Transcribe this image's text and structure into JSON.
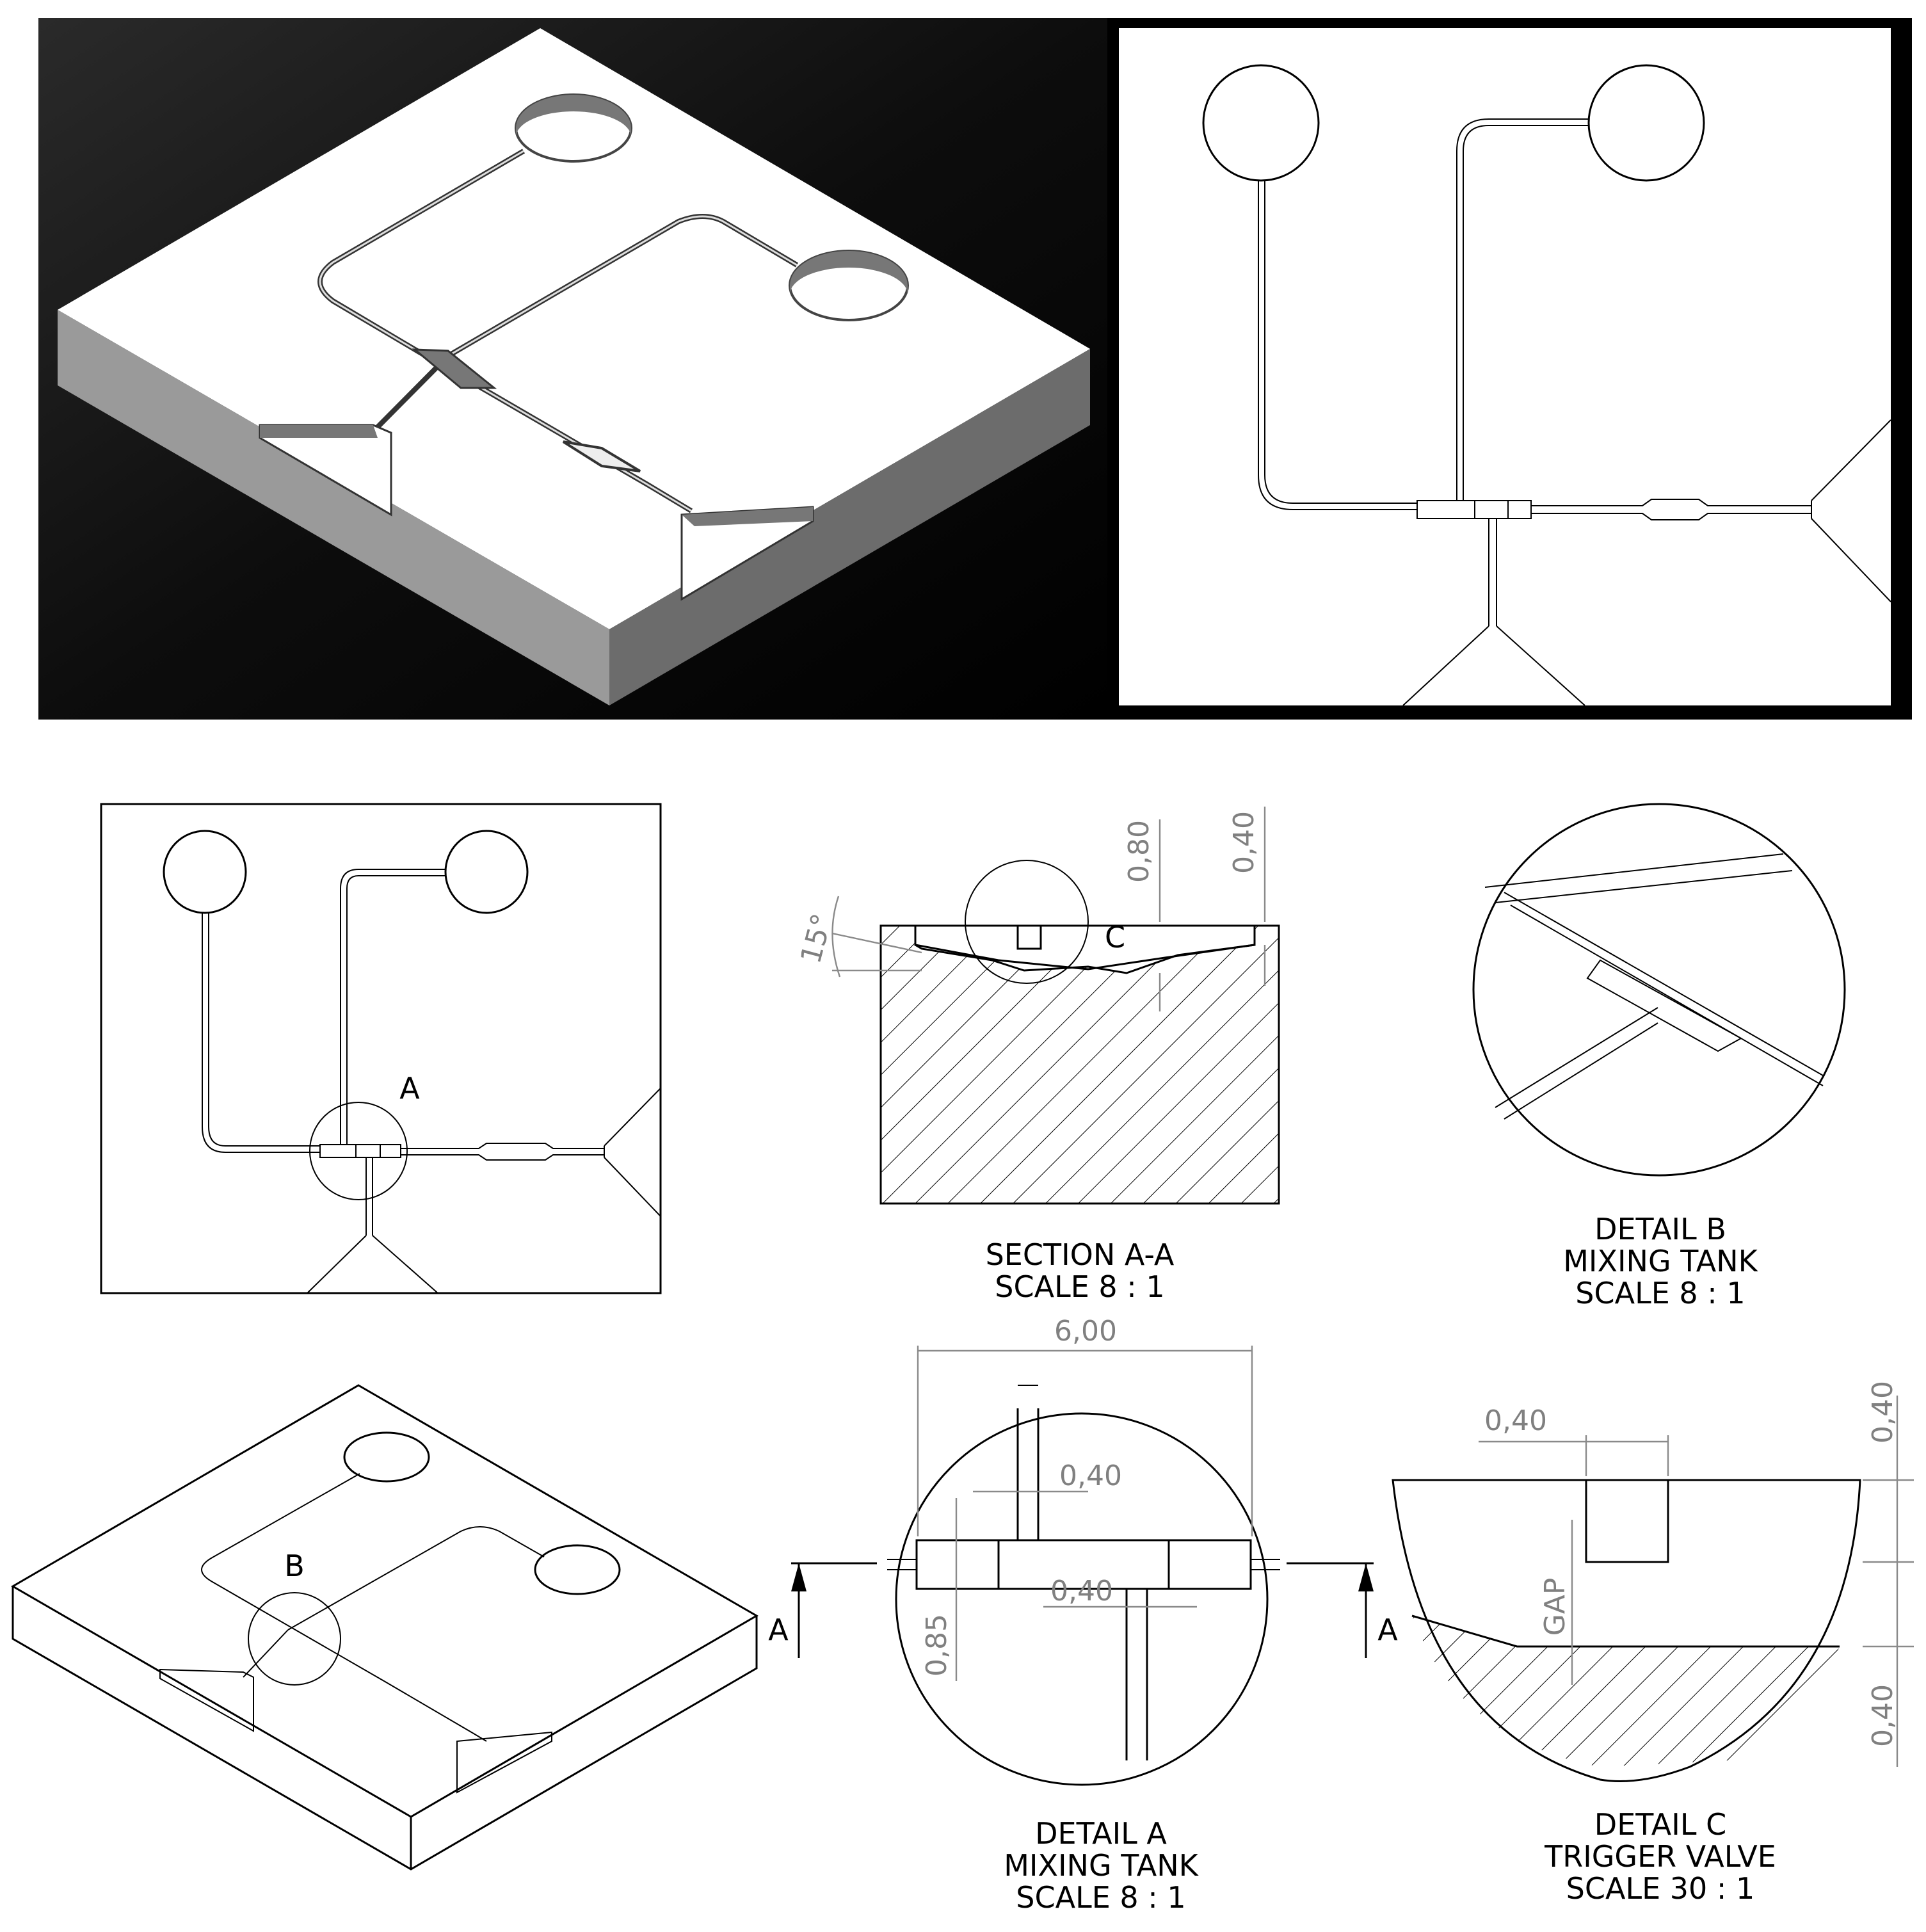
{
  "section_aa": {
    "title": "SECTION A-A",
    "scale": "SCALE 8 : 1",
    "angle": "15°",
    "dim_depth": "0,80",
    "dim_channel": "0,40",
    "detail_marker": "C"
  },
  "detail_b": {
    "title": "DETAIL B",
    "subtitle": "MIXING TANK",
    "scale": "SCALE 8 : 1"
  },
  "detail_a": {
    "title": "DETAIL A",
    "subtitle": "MIXING TANK",
    "scale": "SCALE 8 : 1",
    "dim_width": "6,00",
    "dim_channel": "0,40",
    "dim_outlet": "0,40",
    "dim_height": "0,85"
  },
  "detail_c": {
    "title": "DETAIL C",
    "subtitle": "TRIGGER VALVE",
    "scale": "SCALE 30 : 1",
    "dim_width": "0,40",
    "dim_top": "0,40",
    "dim_bottom": "0,40",
    "gap_label": "GAP"
  },
  "markers": {
    "detail_a": "A",
    "detail_b": "B",
    "section_left": "A",
    "section_right": "A"
  }
}
